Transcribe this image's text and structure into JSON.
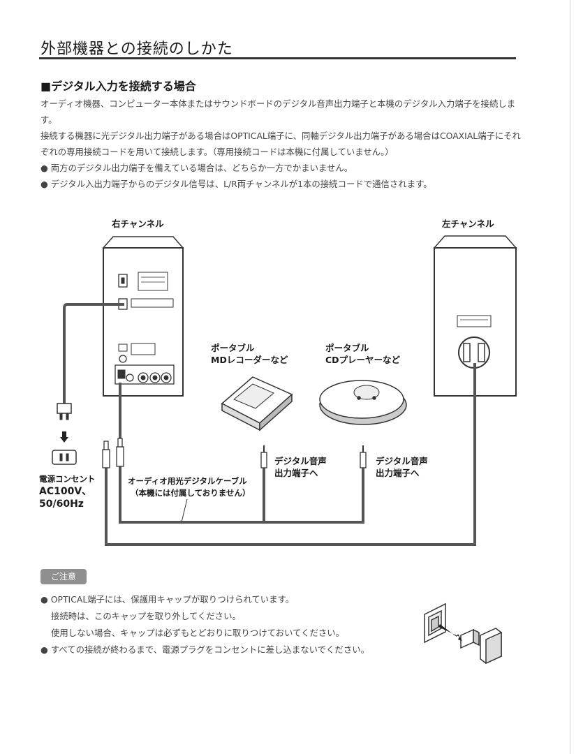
{
  "header": {
    "title": "外部機器との接続のしかた"
  },
  "section": {
    "title": "■デジタル入力を接続する場合",
    "paragraphs": [
      "オーディオ機器、コンピューター本体またはサウンドボードのデジタル音声出力端子と本機のデジタル入力端子を接続します。",
      "接続する機器に光デジタル出力端子がある場合はOPTICAL端子に、同軸デジタル出力端子がある場合はCOAXIAL端子にそれぞれの専用接続コードを用いて接続します。（専用接続コードは本機に付属していません。）"
    ],
    "bullets": [
      "両方のデジタル出力端子を備えている場合は、どちらか一方でかまいません。",
      "デジタル入出力端子からのデジタル信号は、L/R両チャンネルが1本の接続コードで通信されます。"
    ]
  },
  "diagram": {
    "right_channel": "右チャンネル",
    "left_channel": "左チャンネル",
    "md_recorder": [
      "ポータブル",
      "MDレコーダーなど"
    ],
    "cd_player": [
      "ポータブル",
      "CDプレーヤーなど"
    ],
    "digital_out_1": [
      "デジタル音声",
      "出力端子へ"
    ],
    "digital_out_2": [
      "デジタル音声",
      "出力端子へ"
    ],
    "outlet": [
      "電源コンセント",
      "AC100V、",
      "50/60Hz"
    ],
    "cable": [
      "オーディオ用光デジタルケーブル",
      "（本機には付属しておりません）"
    ]
  },
  "caution": {
    "badge": "ご注意",
    "item1": "OPTICAL端子には、保護用キャップが取りつけられています。",
    "item1_sub1": "接続時は、このキャップを取り外してください。",
    "item1_sub2": "使用しない場合、キャップは必ずもとどおりに取りつけておいてください。",
    "item2": "すべての接続が終わるまで、電源プラグをコンセントに差し込まないでください。"
  }
}
